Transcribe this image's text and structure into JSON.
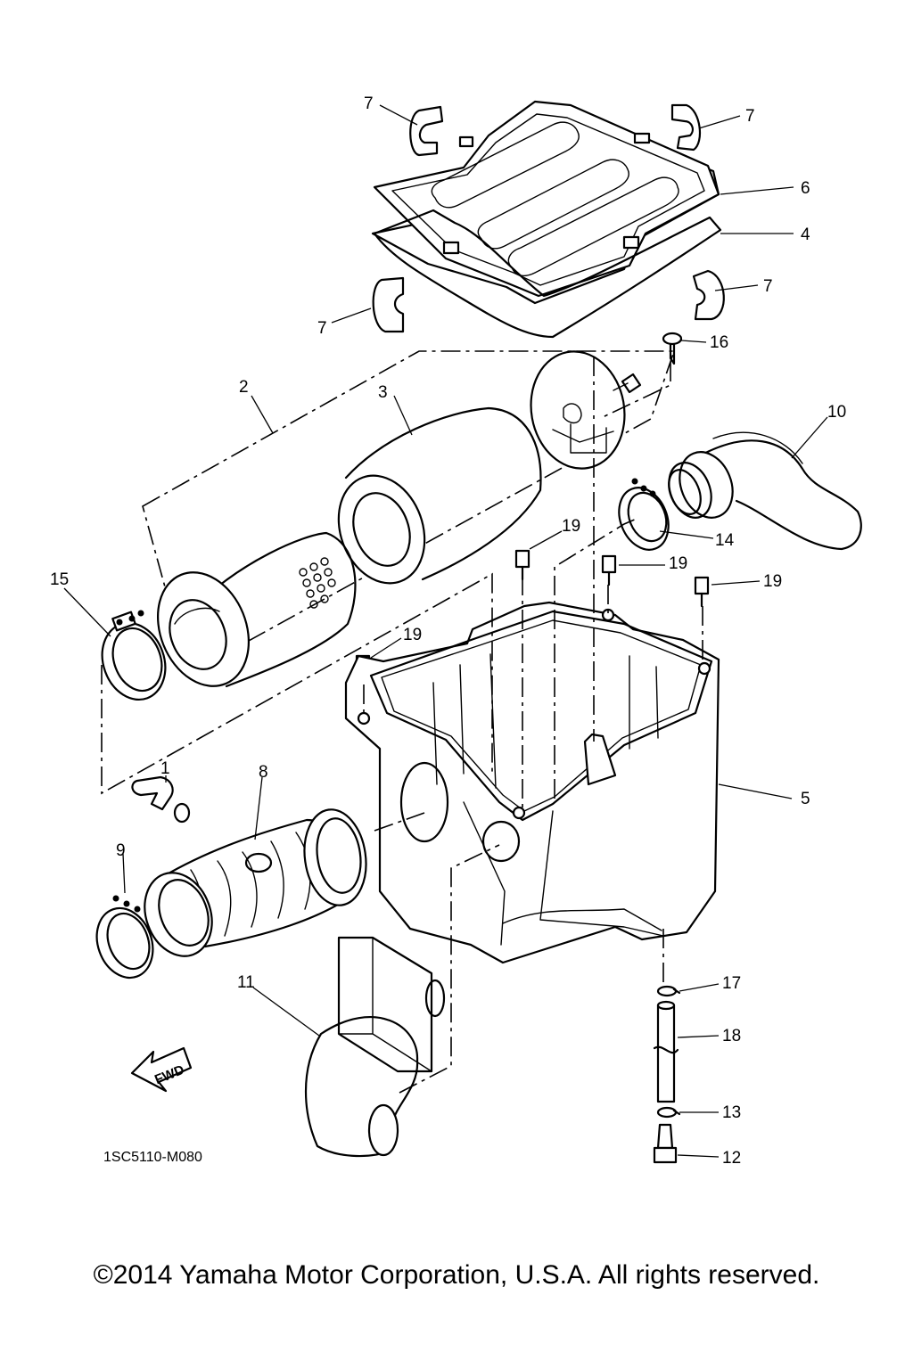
{
  "diagram": {
    "drawing_code": "1SC5110-M080",
    "direction_label": "FWD",
    "callouts": [
      "1",
      "2",
      "3",
      "4",
      "5",
      "6",
      "7",
      "8",
      "9",
      "10",
      "11",
      "12",
      "13",
      "14",
      "15",
      "16",
      "17",
      "18",
      "19"
    ]
  },
  "footer": {
    "copyright": "©2014 Yamaha Motor Corporation, U.S.A. All rights reserved."
  },
  "colors": {
    "ink": "#000000",
    "paper": "#ffffff"
  }
}
